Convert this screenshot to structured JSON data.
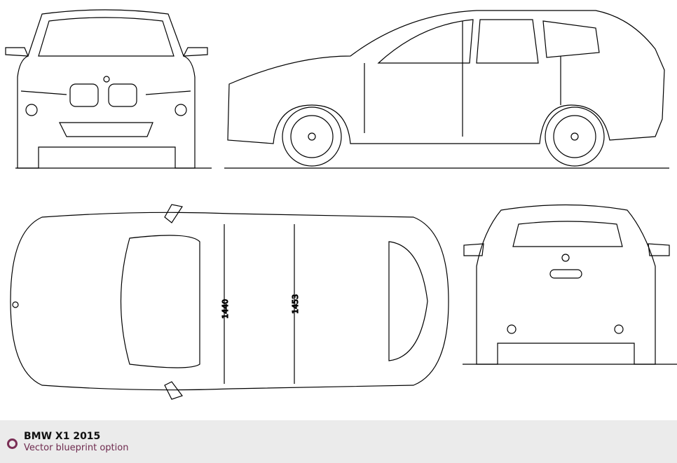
{
  "caption": {
    "title": "BMW X1 2015",
    "subtitle": "Vector blueprint option"
  },
  "dimensions": {
    "front_track": "1440",
    "rear_track": "1453"
  },
  "colors": {
    "accent": "#7a2e55",
    "caption_bg": "#ebebeb"
  }
}
